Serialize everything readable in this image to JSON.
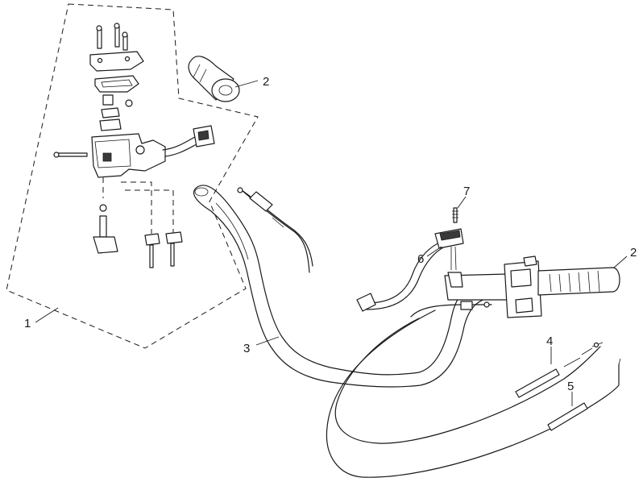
{
  "callouts": {
    "c1": "1",
    "c2_grip_left": "2",
    "c2_grip_right": "2",
    "c3": "3",
    "c4": "4",
    "c5": "5",
    "c6": "6",
    "c7": "7"
  }
}
